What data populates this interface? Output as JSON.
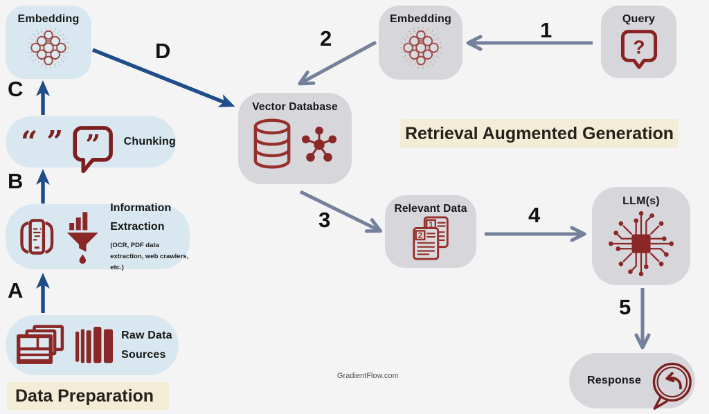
{
  "colors": {
    "background": "#f4f4f4",
    "box_blue": "#d9e8f0",
    "box_gray": "#d6d6db",
    "icon_red": "#8a2727",
    "arrow_navy": "#1f4c8a",
    "arrow_slate": "#75819b",
    "title_bg": "#f3edd8"
  },
  "data_preparation": {
    "title": "Data Preparation",
    "step_labels": {
      "a": "A",
      "b": "B",
      "c": "C",
      "d": "D"
    },
    "boxes": {
      "raw_data_sources": {
        "label": "Raw Data Sources"
      },
      "information_extraction": {
        "label": "Information Extraction",
        "sublabel": "(OCR, PDF data extraction, web crawlers, etc.)"
      },
      "chunking": {
        "label": "Chunking",
        "quote_open": "“",
        "quote_close": "”",
        "bubble_glyph": "”"
      },
      "embedding": {
        "label": "Embedding"
      }
    }
  },
  "rag": {
    "title": "Retrieval Augmented Generation",
    "step_labels": {
      "s1": "1",
      "s2": "2",
      "s3": "3",
      "s4": "4",
      "s5": "5"
    },
    "boxes": {
      "query": {
        "label": "Query",
        "icon_glyph": "?"
      },
      "embedding": {
        "label": "Embedding"
      },
      "vector_database": {
        "label": "Vector Database"
      },
      "relevant_data": {
        "label": "Relevant Data",
        "doc_numbers": [
          "1",
          "2"
        ]
      },
      "llm": {
        "label": "LLM(s)"
      },
      "response": {
        "label": "Response"
      }
    }
  },
  "watermark": "GradientFlow.com"
}
